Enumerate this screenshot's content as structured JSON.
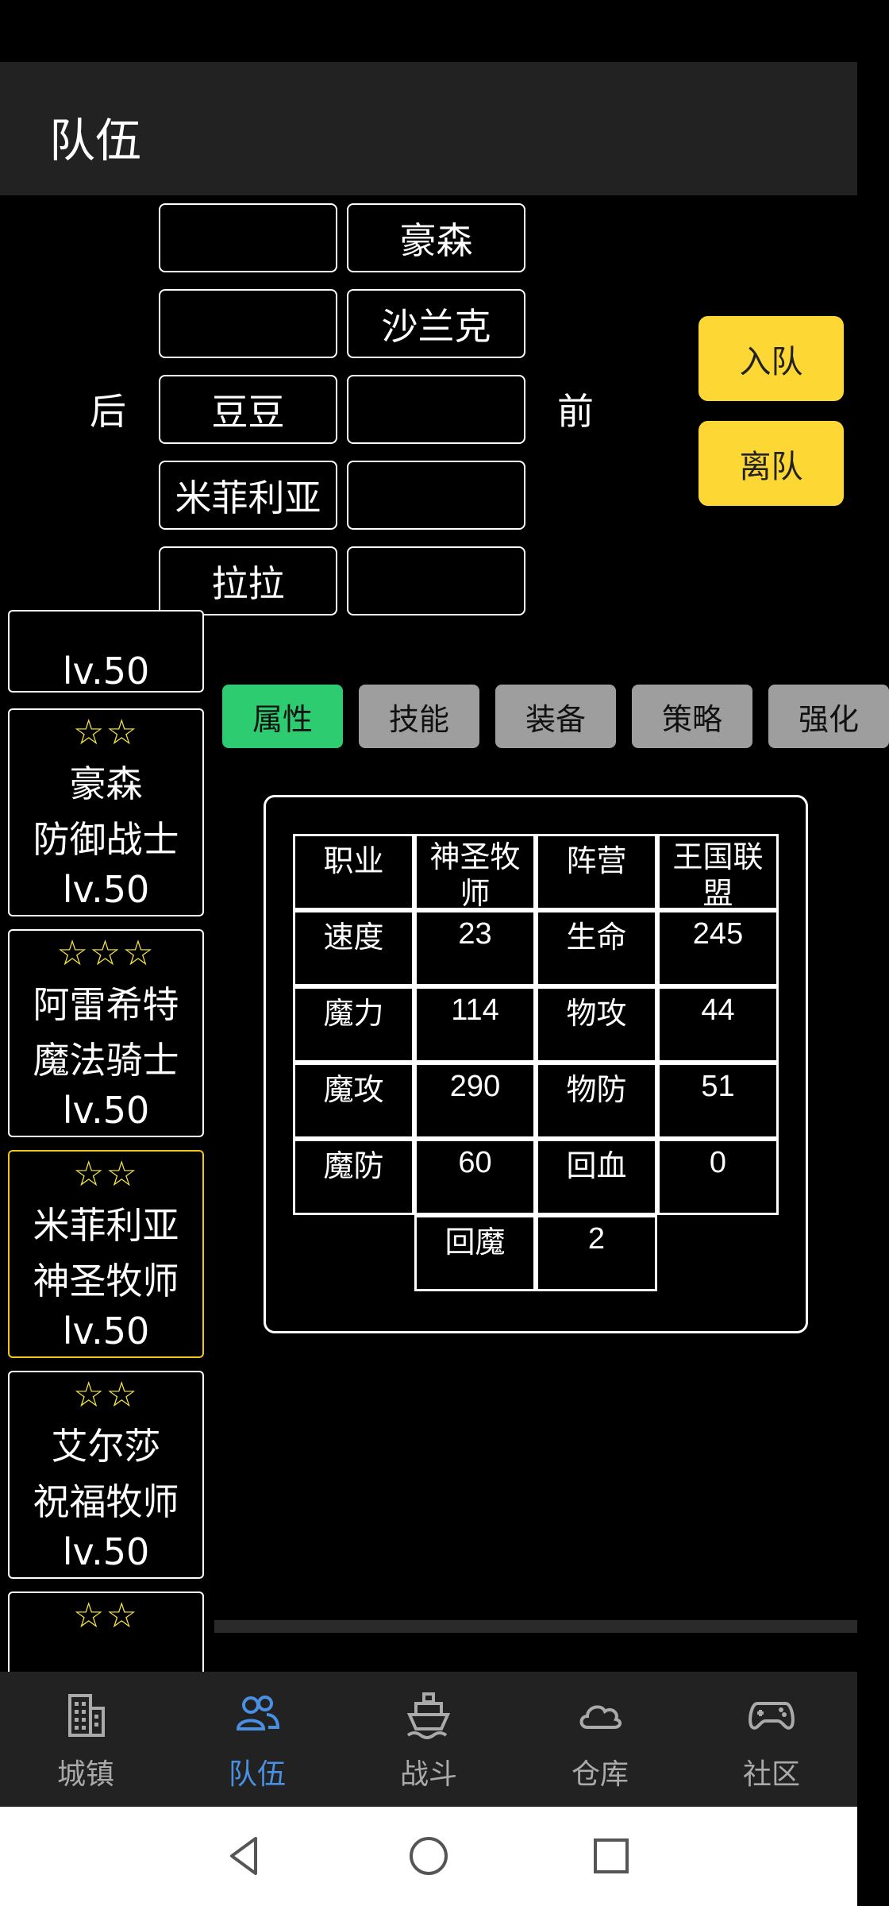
{
  "app": {
    "title": "队伍"
  },
  "formation": {
    "back_label": "后",
    "front_label": "前",
    "slots": [
      [
        "",
        "豪森"
      ],
      [
        "",
        "沙兰克"
      ],
      [
        "豆豆",
        ""
      ],
      [
        "米菲利亚",
        ""
      ],
      [
        "拉拉",
        ""
      ]
    ],
    "join_button": "入队",
    "leave_button": "离队"
  },
  "roster": {
    "partial_top_level": "lv.50",
    "cards": [
      {
        "stars": "☆☆",
        "name": "豪森",
        "class": "防御战士",
        "level": "lv.50",
        "selected": false
      },
      {
        "stars": "☆☆☆",
        "name": "阿雷希特",
        "class": "魔法骑士",
        "level": "lv.50",
        "selected": false
      },
      {
        "stars": "☆☆",
        "name": "米菲利亚",
        "class": "神圣牧师",
        "level": "lv.50",
        "selected": true
      },
      {
        "stars": "☆☆",
        "name": "艾尔莎",
        "class": "祝福牧师",
        "level": "lv.50",
        "selected": false
      },
      {
        "stars": "☆☆"
      }
    ]
  },
  "tabs": [
    "属性",
    "技能",
    "装备",
    "策略",
    "强化"
  ],
  "active_tab": "属性",
  "stats": {
    "rows": [
      [
        "职业",
        "神圣牧师",
        "阵营",
        "王国联盟"
      ],
      [
        "速度",
        "23",
        "生命",
        "245"
      ],
      [
        "魔力",
        "114",
        "物攻",
        "44"
      ],
      [
        "魔攻",
        "290",
        "物防",
        "51"
      ],
      [
        "魔防",
        "60",
        "回血",
        "0"
      ]
    ],
    "last_row": [
      "回魔",
      "2"
    ]
  },
  "bottom_nav": [
    {
      "label": "城镇",
      "icon": "building-icon",
      "active": false
    },
    {
      "label": "队伍",
      "icon": "team-icon",
      "active": true
    },
    {
      "label": "战斗",
      "icon": "ship-icon",
      "active": false
    },
    {
      "label": "仓库",
      "icon": "cloud-icon",
      "active": false
    },
    {
      "label": "社区",
      "icon": "gamepad-icon",
      "active": false
    }
  ],
  "colors": {
    "accent_yellow": "#fdd835",
    "tab_active": "#2ecc71",
    "tab_inactive": "#9e9e9e",
    "nav_active": "#4a90e2",
    "star": "#f5e642",
    "selected_border": "#f5c518"
  }
}
